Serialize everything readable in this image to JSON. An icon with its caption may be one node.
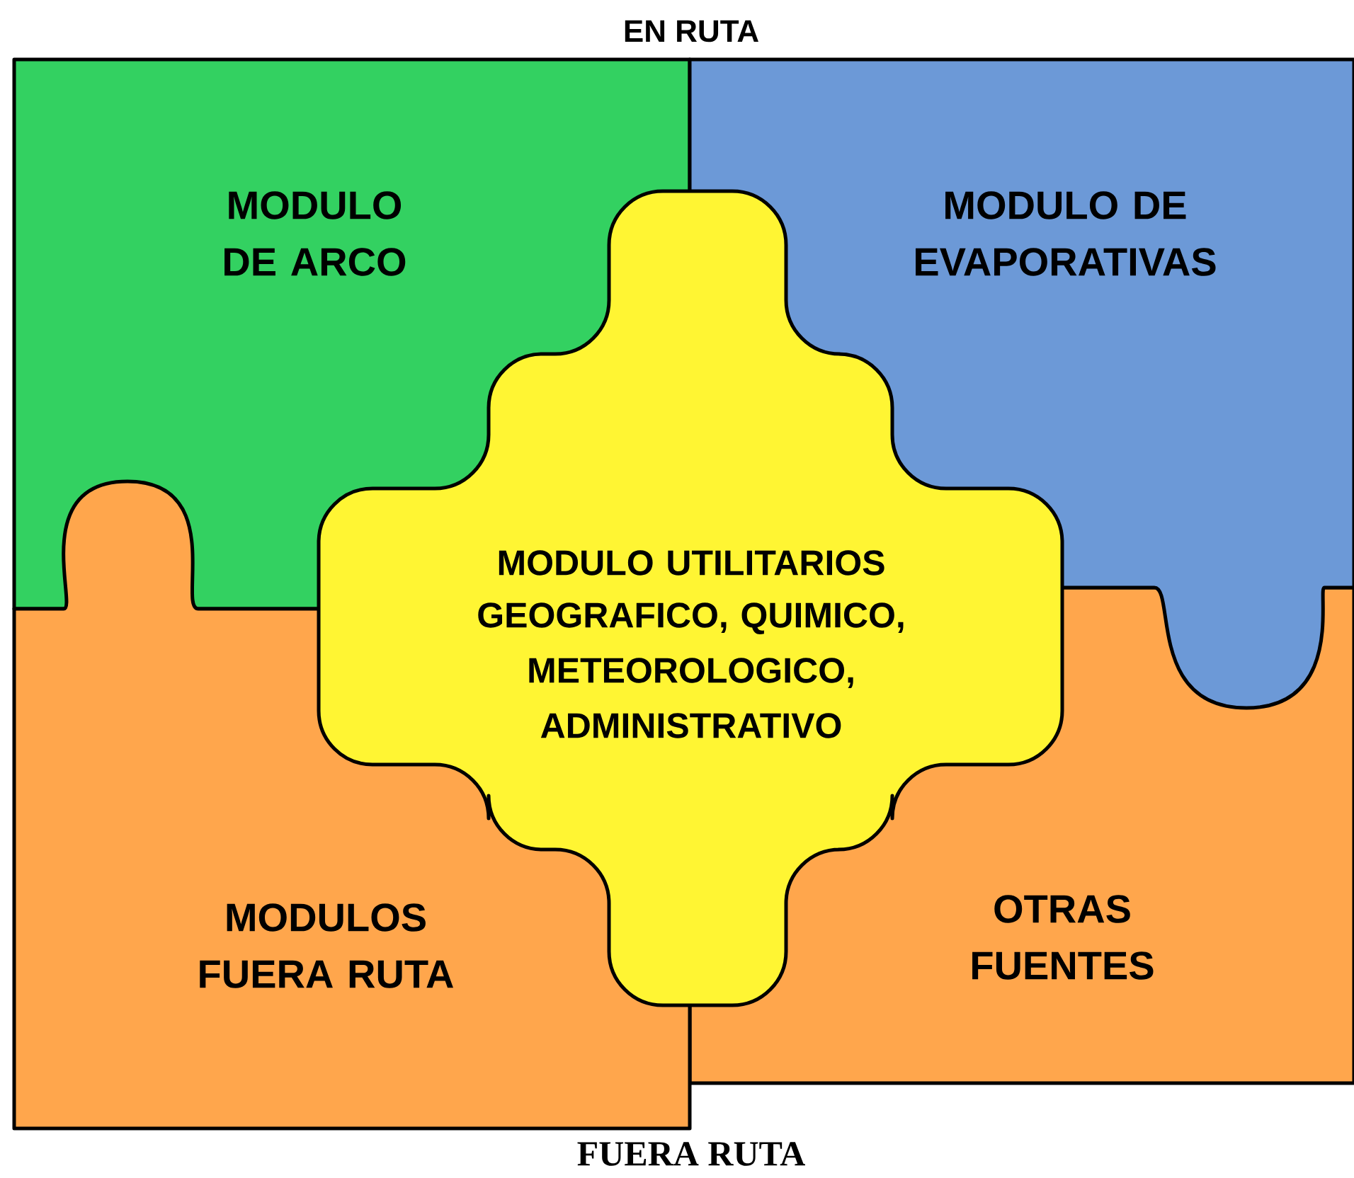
{
  "diagram": {
    "nodes": [
      {
        "text": [
          "MODULO DE ARCO"
        ]
      },
      {
        "text": [
          "MODULO DE EVAPORATIVAS"
        ]
      },
      {
        "text": [
          "MODULO UTILITARIOS",
          "GEOGRAFICO, QUIMICO, METEOROLOGICO, ADMINISTRATIVO"
        ]
      },
      {
        "text": [
          "MODULOS FUERA RUTA"
        ]
      },
      {
        "text": [
          "OTRAS FUENTES"
        ]
      }
    ],
    "labels": [
      "EN RUTA",
      "FUERA RUTA"
    ]
  }
}
